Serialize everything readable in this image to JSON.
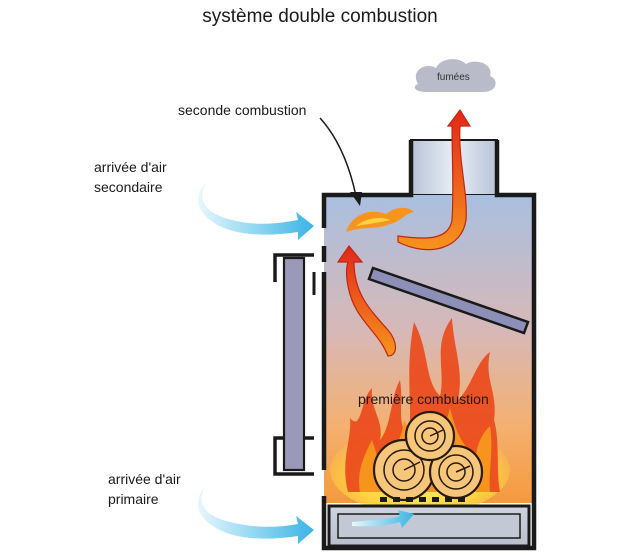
{
  "diagram": {
    "title": "système double combustion",
    "labels": {
      "second_combustion": "seconde combustion",
      "secondary_air_line1": "arrivée d'air",
      "secondary_air_line2": "secondaire",
      "primary_air_line1": "arrivée d'air",
      "primary_air_line2": "primaire",
      "first_combustion": "première combustion",
      "fumes": "fumées"
    },
    "colors": {
      "stove_outline": "#1a1a1a",
      "chamber_top": "#a9bfe0",
      "chamber_bottom": "#f5a24a",
      "flame_red": "#e63312",
      "flame_orange": "#f7941d",
      "flame_yellow": "#ffd23f",
      "air_arrow": "#5bc4ea",
      "baffle": "#8d8fb6",
      "log": "#f6c67a",
      "cloud": "#b9bcc8",
      "chimney": "#cfd8e6"
    }
  }
}
